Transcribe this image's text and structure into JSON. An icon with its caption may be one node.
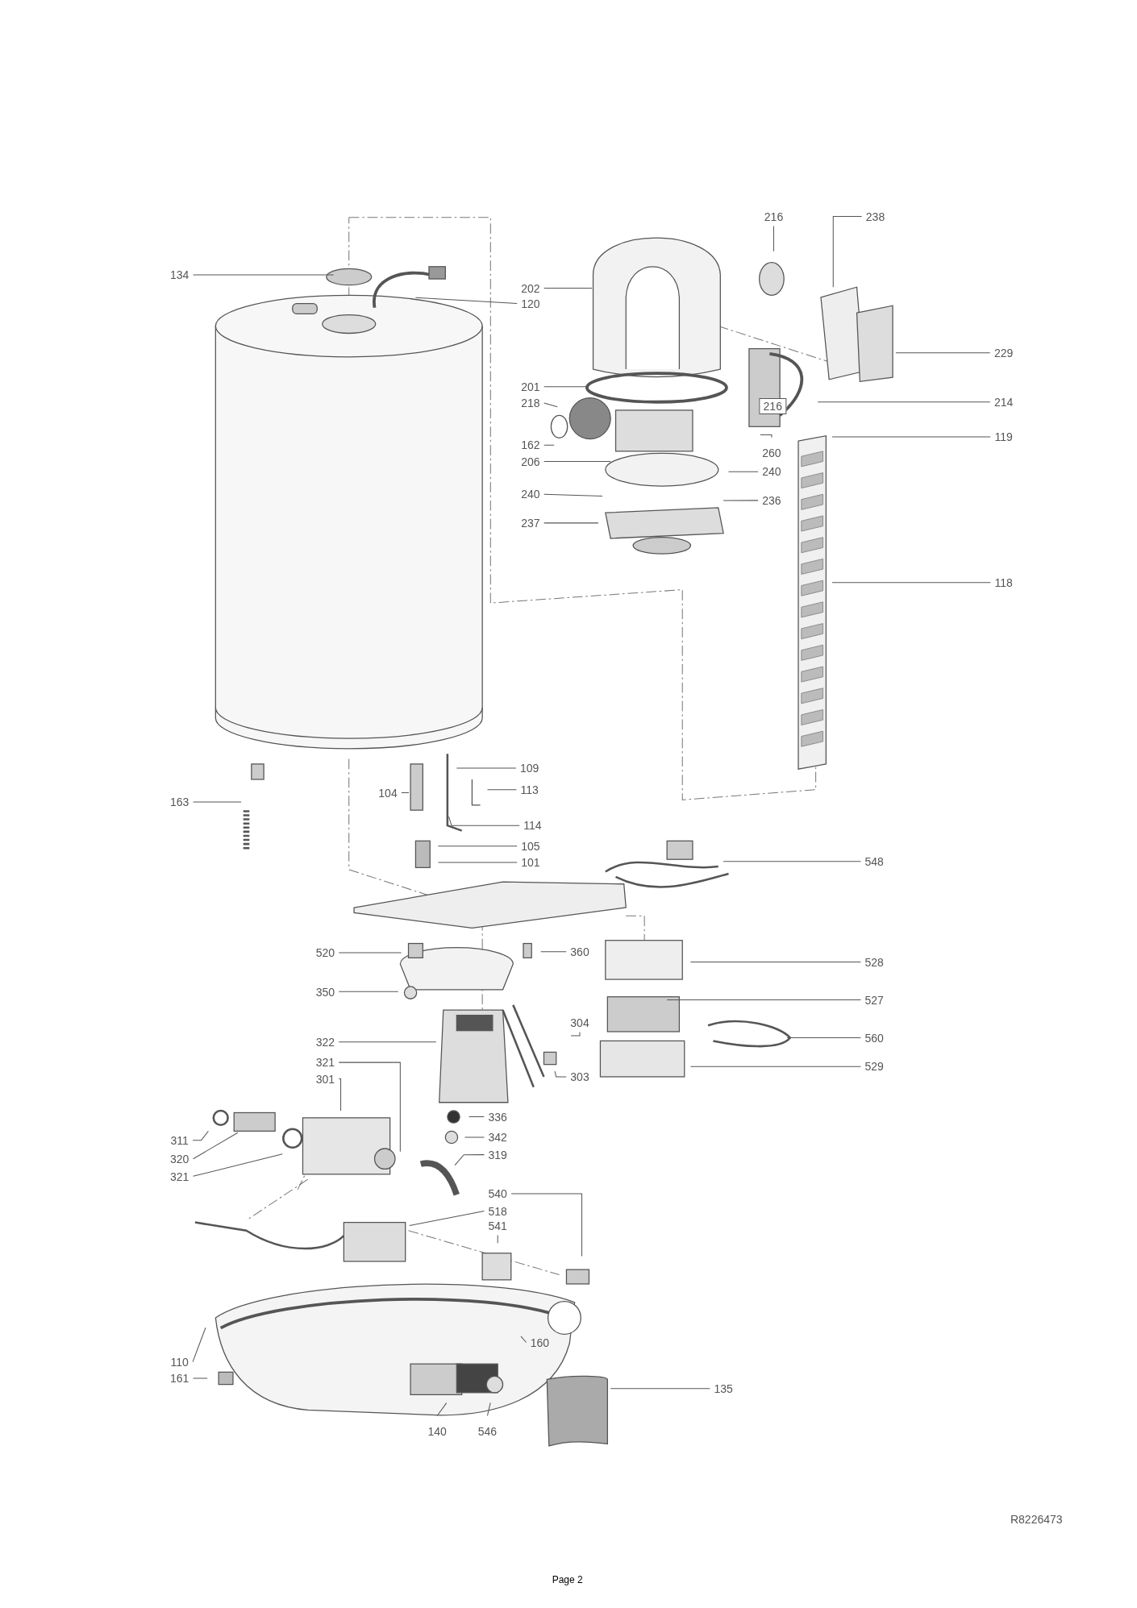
{
  "diagram": {
    "nodes": [
      {
        "text": [
          "134"
        ]
      },
      {
        "text": [
          "216"
        ]
      },
      {
        "text": [
          "238"
        ]
      },
      {
        "text": [
          "202"
        ]
      },
      {
        "text": [
          "120"
        ]
      },
      {
        "text": [
          "229"
        ]
      },
      {
        "text": [
          "201"
        ]
      },
      {
        "text": [
          "218"
        ]
      },
      {
        "text": [
          "214"
        ]
      },
      {
        "text": [
          "162"
        ]
      },
      {
        "text": [
          "119"
        ]
      },
      {
        "text": [
          "260"
        ]
      },
      {
        "text": [
          "206"
        ]
      },
      {
        "text": [
          "240"
        ]
      },
      {
        "text": [
          "240"
        ]
      },
      {
        "text": [
          "236"
        ]
      },
      {
        "text": [
          "237"
        ]
      },
      {
        "text": [
          "118"
        ]
      },
      {
        "text": [
          "109"
        ]
      },
      {
        "text": [
          "113"
        ]
      },
      {
        "text": [
          "104"
        ]
      },
      {
        "text": [
          "163"
        ]
      },
      {
        "text": [
          "114"
        ]
      },
      {
        "text": [
          "105"
        ]
      },
      {
        "text": [
          "101"
        ]
      },
      {
        "text": [
          "548"
        ]
      },
      {
        "text": [
          "520"
        ]
      },
      {
        "text": [
          "360"
        ]
      },
      {
        "text": [
          "528"
        ]
      },
      {
        "text": [
          "350"
        ]
      },
      {
        "text": [
          "527"
        ]
      },
      {
        "text": [
          "304"
        ]
      },
      {
        "text": [
          "560"
        ]
      },
      {
        "text": [
          "322"
        ]
      },
      {
        "text": [
          "321"
        ]
      },
      {
        "text": [
          "301"
        ]
      },
      {
        "text": [
          "303"
        ]
      },
      {
        "text": [
          "529"
        ]
      },
      {
        "text": [
          "336"
        ]
      },
      {
        "text": [
          "311"
        ]
      },
      {
        "text": [
          "342"
        ]
      },
      {
        "text": [
          "319"
        ]
      },
      {
        "text": [
          "320"
        ]
      },
      {
        "text": [
          "321"
        ]
      },
      {
        "text": [
          "540"
        ]
      },
      {
        "text": [
          "518"
        ]
      },
      {
        "text": [
          "541"
        ]
      },
      {
        "text": [
          "160"
        ]
      },
      {
        "text": [
          "110"
        ]
      },
      {
        "text": [
          "161"
        ]
      },
      {
        "text": [
          "135"
        ]
      },
      {
        "text": [
          "140"
        ]
      },
      {
        "text": [
          "546"
        ]
      }
    ],
    "edges": [
      {
        "from": 0,
        "to": null,
        "arrow": "none"
      },
      {
        "from": 1,
        "to": null,
        "arrow": "none"
      },
      {
        "from": 2,
        "to": null,
        "arrow": "none"
      },
      {
        "from": 3,
        "to": null,
        "arrow": "none"
      },
      {
        "from": 4,
        "to": null,
        "arrow": "none"
      },
      {
        "from": 5,
        "to": null,
        "arrow": "none"
      },
      {
        "from": 6,
        "to": null,
        "arrow": "none"
      },
      {
        "from": 7,
        "to": null,
        "arrow": "none"
      },
      {
        "from": 8,
        "to": null,
        "arrow": "none"
      },
      {
        "from": 9,
        "to": null,
        "arrow": "none"
      },
      {
        "from": 10,
        "to": null,
        "arrow": "none"
      },
      {
        "from": 11,
        "to": null,
        "arrow": "none"
      },
      {
        "from": 12,
        "to": null,
        "arrow": "none"
      },
      {
        "from": 13,
        "to": null,
        "arrow": "none"
      },
      {
        "from": 14,
        "to": null,
        "arrow": "none"
      },
      {
        "from": 15,
        "to": null,
        "arrow": "none"
      },
      {
        "from": 16,
        "to": null,
        "arrow": "none"
      },
      {
        "from": 17,
        "to": null,
        "arrow": "none"
      },
      {
        "from": 18,
        "to": null,
        "arrow": "none"
      },
      {
        "from": 19,
        "to": null,
        "arrow": "none"
      },
      {
        "from": 20,
        "to": null,
        "arrow": "none"
      },
      {
        "from": 21,
        "to": null,
        "arrow": "none"
      },
      {
        "from": 22,
        "to": null,
        "arrow": "none"
      },
      {
        "from": 23,
        "to": null,
        "arrow": "none"
      },
      {
        "from": 24,
        "to": null,
        "arrow": "none"
      },
      {
        "from": 25,
        "to": null,
        "arrow": "none"
      },
      {
        "from": 26,
        "to": null,
        "arrow": "none"
      },
      {
        "from": 27,
        "to": null,
        "arrow": "none"
      },
      {
        "from": 28,
        "to": null,
        "arrow": "none"
      },
      {
        "from": 29,
        "to": null,
        "arrow": "none"
      },
      {
        "from": 30,
        "to": null,
        "arrow": "none"
      },
      {
        "from": 31,
        "to": null,
        "arrow": "none"
      },
      {
        "from": 32,
        "to": null,
        "arrow": "none"
      },
      {
        "from": 33,
        "to": null,
        "arrow": "none"
      },
      {
        "from": 34,
        "to": null,
        "arrow": "none"
      },
      {
        "from": 35,
        "to": null,
        "arrow": "none"
      },
      {
        "from": 36,
        "to": null,
        "arrow": "none"
      },
      {
        "from": 37,
        "to": null,
        "arrow": "none"
      },
      {
        "from": 38,
        "to": null,
        "arrow": "none"
      },
      {
        "from": 39,
        "to": null,
        "arrow": "none"
      },
      {
        "from": 40,
        "to": null,
        "arrow": "none"
      },
      {
        "from": 41,
        "to": null,
        "arrow": "none"
      },
      {
        "from": 42,
        "to": null,
        "arrow": "none"
      },
      {
        "from": 43,
        "to": null,
        "arrow": "none"
      },
      {
        "from": 44,
        "to": null,
        "arrow": "none"
      },
      {
        "from": 45,
        "to": null,
        "arrow": "none"
      },
      {
        "from": 46,
        "to": null,
        "arrow": "none"
      },
      {
        "from": 47,
        "to": null,
        "arrow": "none"
      },
      {
        "from": 48,
        "to": null,
        "arrow": "none"
      },
      {
        "from": 49,
        "to": null,
        "arrow": "none"
      },
      {
        "from": 50,
        "to": null,
        "arrow": "none"
      },
      {
        "from": 51,
        "to": null,
        "arrow": "none"
      },
      {
        "from": 52,
        "to": null,
        "arrow": "none"
      }
    ],
    "labels": [
      "216",
      "R8226473",
      "Page 2"
    ]
  }
}
